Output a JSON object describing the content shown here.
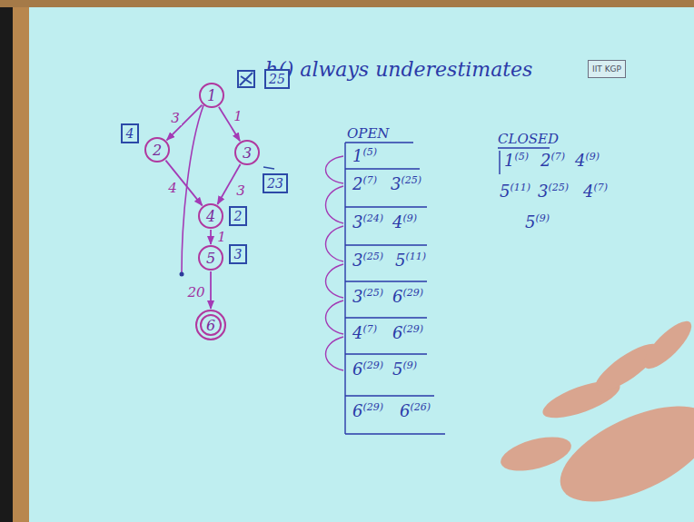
{
  "diagram": {
    "title": "h() always underestimates",
    "nodes": [
      {
        "text": [
          "1"
        ]
      },
      {
        "text": [
          "2"
        ]
      },
      {
        "text": [
          "3"
        ]
      },
      {
        "text": [
          "4"
        ]
      },
      {
        "text": [
          "5"
        ]
      },
      {
        "text": [
          "6"
        ]
      },
      {
        "text": [
          "25"
        ]
      },
      {
        "text": [
          "4"
        ]
      },
      {
        "text": [
          "23"
        ]
      },
      {
        "text": [
          "2"
        ]
      },
      {
        "text": [
          "3"
        ]
      },
      {
        "text": [
          "IIT KGP"
        ]
      }
    ],
    "edges": [
      {
        "from": 0,
        "to": 1,
        "arrow": "to",
        "label": "3"
      },
      {
        "from": 0,
        "to": 2,
        "arrow": "to",
        "label": "1"
      },
      {
        "from": 1,
        "to": 3,
        "arrow": "to",
        "label": "4"
      },
      {
        "from": 2,
        "to": 3,
        "arrow": "to",
        "label": "3"
      },
      {
        "from": 3,
        "to": 4,
        "arrow": "to",
        "label": "1"
      },
      {
        "from": 4,
        "to": 5,
        "arrow": "to",
        "label": "20"
      }
    ],
    "labels": [
      "OPEN",
      "1(5)",
      "2(7)",
      "3(25)",
      "3(24)",
      "4(9)",
      "3(25)",
      "5(11)",
      "3(25)",
      "6(29)",
      "4(7)",
      "6(29)",
      "6(29)",
      "5(9)",
      "6(29)",
      "6(26)",
      "CLOSED",
      "1(5)",
      "2(7)",
      "4(9)",
      "5(11)",
      "3(25)",
      "4(7)",
      "5(9)"
    ]
  }
}
